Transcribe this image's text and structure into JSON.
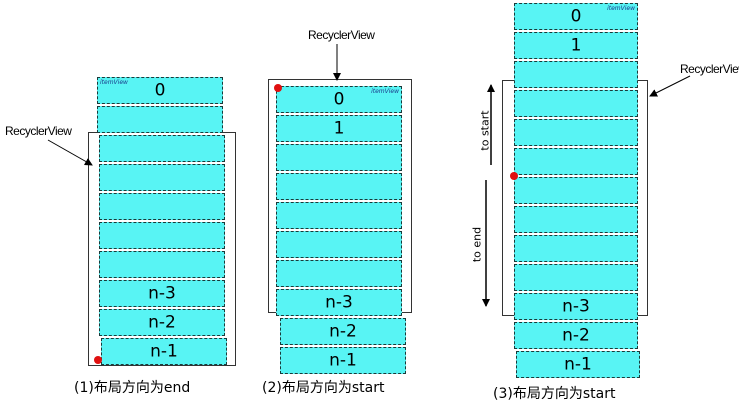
{
  "item_view_tag": "itemView",
  "recycler_label": "RecyclerView",
  "panels": [
    {
      "id": "end",
      "caption": "(1)布局方向为end",
      "items": [
        "0",
        "",
        "",
        "",
        "",
        "",
        "",
        "n-3",
        "n-2",
        "n-1"
      ]
    },
    {
      "id": "start",
      "caption": "(2)布局方向为start",
      "items": [
        "0",
        "1",
        "",
        "",
        "",
        "",
        "",
        "n-3",
        "n-2",
        "n-1"
      ]
    },
    {
      "id": "start-mid",
      "caption": "(3)布局方向为start",
      "items": [
        "0",
        "1",
        "",
        "",
        "",
        "",
        "",
        "",
        "",
        "",
        "n-3",
        "n-2",
        "n-1"
      ]
    }
  ],
  "direction_labels": {
    "to_start": "to start",
    "to_end": "to end"
  },
  "colors": {
    "item_fill": "#58f4f4",
    "anchor": "#e01010"
  }
}
